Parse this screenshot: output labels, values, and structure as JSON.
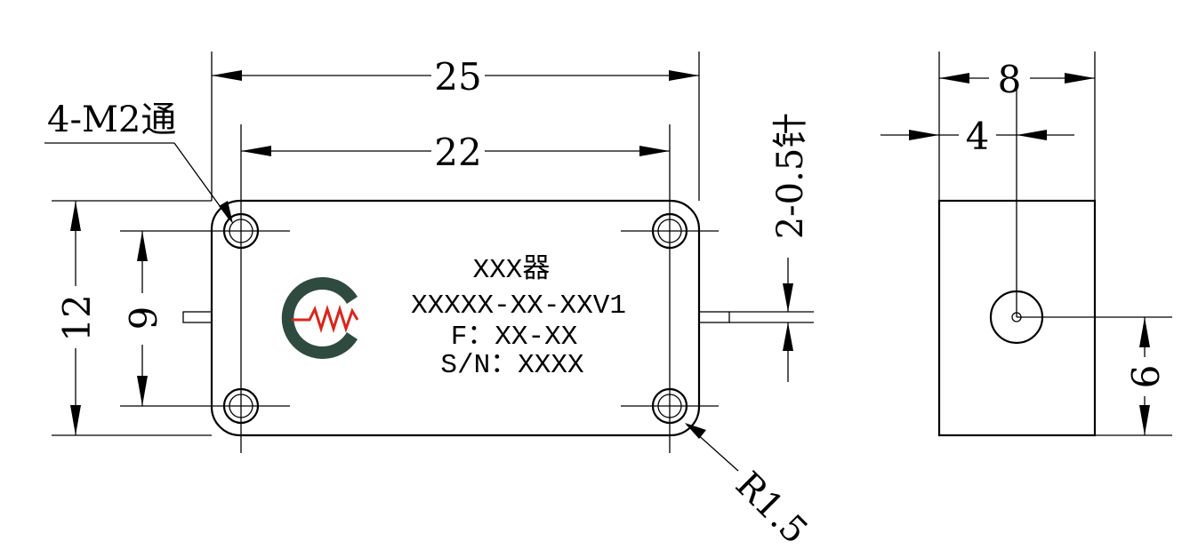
{
  "front_view": {
    "dimensions": {
      "overall_length": "25",
      "hole_spacing_x": "22",
      "overall_height": "12",
      "hole_spacing_y": "9",
      "pin_spec": "2-0.5针",
      "corner_radius": "R1.5"
    },
    "hole_callout": "4-M2通",
    "label": {
      "line1": "XXX器",
      "line2": "XXXXX-XX-XXV1",
      "line3": "F：XX-XX",
      "line4": "S/N：XXXX"
    },
    "logo_colors": {
      "ring": "#2f4a3e",
      "wave": "#d9261c"
    }
  },
  "side_view": {
    "dimensions": {
      "width": "8",
      "pin_offset_x": "4",
      "pin_height": "6"
    }
  }
}
